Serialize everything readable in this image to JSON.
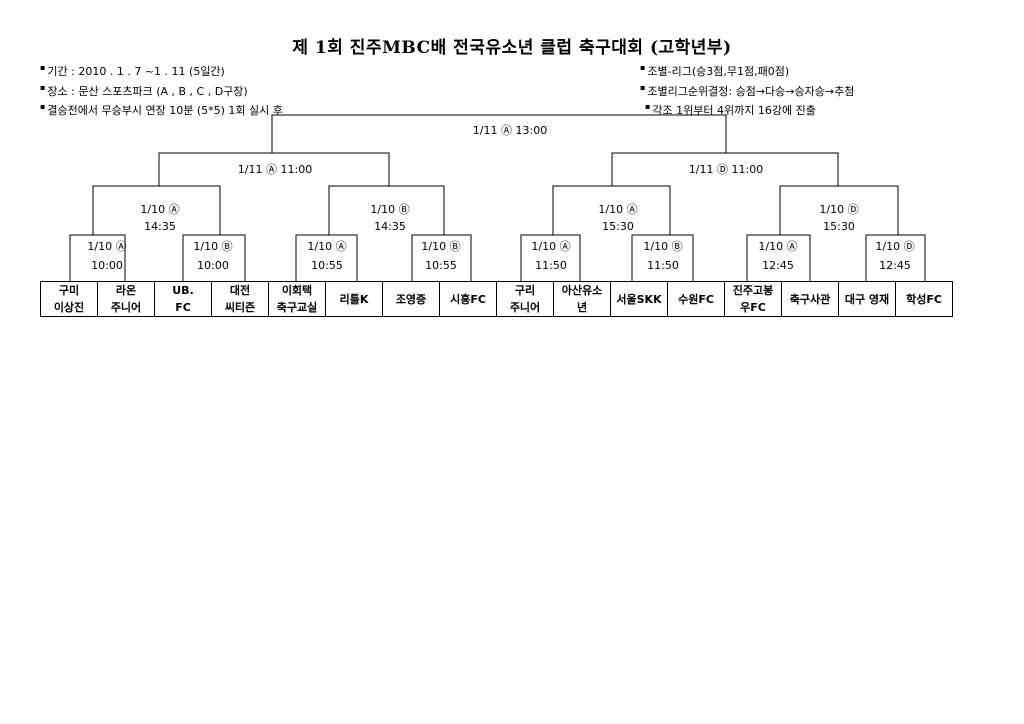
{
  "title": "제 1회 진주MBC배 전국유소년 클럽 축구대회 (고학년부)",
  "notes_left": [
    "기간 : 2010 . 1 . 7 ~1 . 11 (5일간)",
    "장소 : 문산 스포츠파크 (A , B , C , D구장)",
    "결승전에서 무승부시 연장 10분 (5*5) 1회 실시 후"
  ],
  "notes_right": [
    "조별-리그(승3점,무1점,패0점)",
    "조별리그순위결정: 승점→다승→승자승→추첨",
    "각조 1위부터 4위까지 16강에 진출"
  ],
  "matches": {
    "final": "1/11 Ⓐ 13:00",
    "semi_left": "1/11 Ⓐ 11:00",
    "semi_right": "1/11 Ⓓ 11:00",
    "qf1_date": "1/10 Ⓐ",
    "qf1_time": "14:35",
    "qf2_date": "1/10 Ⓑ",
    "qf2_time": "14:35",
    "qf3_date": "1/10 Ⓐ",
    "qf3_time": "15:30",
    "qf4_date": "1/10 Ⓓ",
    "qf4_time": "15:30",
    "r16": [
      {
        "date": "1/10 Ⓐ",
        "time": "10:00"
      },
      {
        "date": "1/10 Ⓑ",
        "time": "10:00"
      },
      {
        "date": "1/10 Ⓐ",
        "time": "10:55"
      },
      {
        "date": "1/10 Ⓑ",
        "time": "10:55"
      },
      {
        "date": "1/10 Ⓐ",
        "time": "11:50"
      },
      {
        "date": "1/10 Ⓑ",
        "time": "11:50"
      },
      {
        "date": "1/10 Ⓐ",
        "time": "12:45"
      },
      {
        "date": "1/10 Ⓓ",
        "time": "12:45"
      }
    ]
  },
  "teams": [
    {
      "line1": "구미",
      "line2": "이상진"
    },
    {
      "line1": "라온",
      "line2": "주니어"
    },
    {
      "line1": "UB.",
      "line2": "FC"
    },
    {
      "line1": "대전",
      "line2": "씨티즌"
    },
    {
      "line1": "이회택",
      "line2": "축구교실"
    },
    {
      "line1": "리틀K",
      "line2": ""
    },
    {
      "line1": "조영증",
      "line2": ""
    },
    {
      "line1": "시흥FC",
      "line2": ""
    },
    {
      "line1": "구리",
      "line2": "주니어"
    },
    {
      "line1": "아산유소",
      "line2": "년"
    },
    {
      "line1": "서울SKK",
      "line2": ""
    },
    {
      "line1": "수원FC",
      "line2": ""
    },
    {
      "line1": "진주고봉",
      "line2": "우FC"
    },
    {
      "line1": "축구사관",
      "line2": ""
    },
    {
      "line1": "대구 영재",
      "line2": ""
    },
    {
      "line1": "학성FC",
      "line2": ""
    }
  ]
}
